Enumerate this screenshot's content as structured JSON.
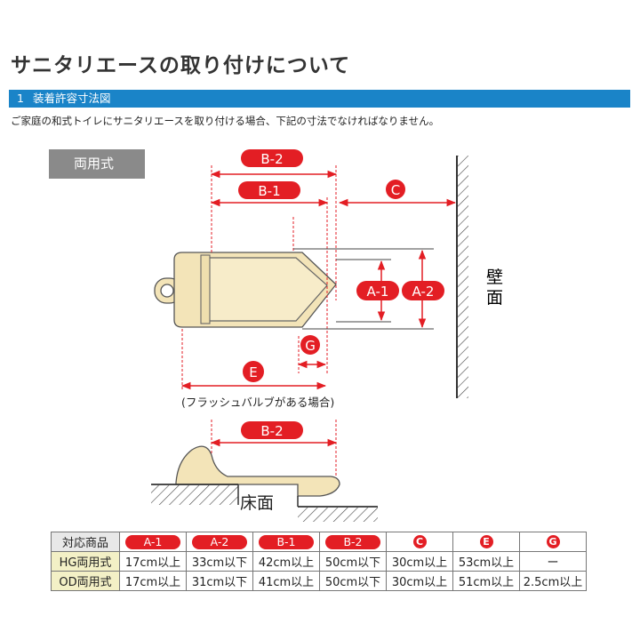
{
  "page": {
    "title": "サニタリエースの取り付けについて",
    "section_number": "1",
    "section_title": "装着許容寸法図",
    "description": "ご家庭の和式トイレにサニタリエースを取り付ける場合、下記の寸法でなければなりません。",
    "type_badge": "両用式"
  },
  "diagram": {
    "labels": {
      "b2": "B-2",
      "b1": "B-1",
      "c": "C",
      "a1": "A-1",
      "a2": "A-2",
      "g": "G",
      "e": "E",
      "e_note": "(フラッシュバルブがある場合)",
      "wall_1": "壁",
      "wall_2": "面",
      "floor": "床面",
      "b2_side": "B-2"
    },
    "colors": {
      "accent_red": "#e31e24",
      "bar_blue": "#1a84c8",
      "toilet_fill": "#f3e4b8"
    }
  },
  "table": {
    "corner": "対応商品",
    "headers": [
      "A-1",
      "A-2",
      "B-1",
      "B-2",
      "C",
      "E",
      "G"
    ],
    "rows": [
      {
        "name": "HG両用式",
        "values": [
          "17cm以上",
          "33cm以下",
          "42cm以上",
          "50cm以下",
          "30cm以上",
          "53cm以上",
          "ー"
        ]
      },
      {
        "name": "OD両用式",
        "values": [
          "17cm以上",
          "31cm以下",
          "41cm以上",
          "50cm以下",
          "30cm以上",
          "51cm以上",
          "2.5cm以上"
        ]
      }
    ]
  }
}
